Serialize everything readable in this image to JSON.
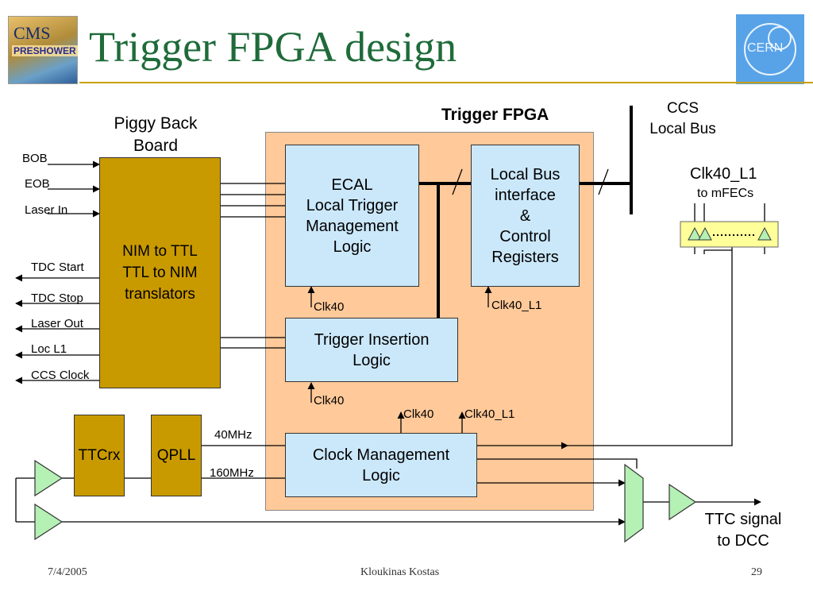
{
  "slide": {
    "title": "Trigger FPGA design",
    "cms_logo_text": "CMS",
    "cms_logo_sub": "PRESHOWER",
    "cern_logo_text": "CERN"
  },
  "diagram": {
    "fpga_label": "Trigger FPGA",
    "piggy_back_label": "Piggy Back\nBoard",
    "ccs_bus_label": "CCS\nLocal Bus",
    "clk40_l1_label": "Clk40_L1",
    "to_mfecs_label": "to mFECs",
    "ttc_signal_label": "TTC signal\nto DCC",
    "blocks": {
      "nim": "NIM to TTL\nTTL to NIM\ntranslators",
      "ecal": "ECAL\nLocal Trigger\nManagement \nLogic",
      "localbus": "Local Bus\ninterface\n&\nControl\nRegisters",
      "trigger_insertion": "Trigger Insertion\nLogic",
      "clock_mgmt": "Clock Management\nLogic",
      "ttcrx": "TTCrx",
      "qpll": "QPLL"
    },
    "inputs": [
      "BOB",
      "EOB",
      "Laser In"
    ],
    "outputs": [
      "TDC Start",
      "TDC Stop",
      "Laser Out",
      "Loc L1",
      "CCS Clock"
    ],
    "clock_labels": {
      "ecal_clk": "Clk40",
      "localbus_clk": "Clk40_L1",
      "insertion_clk": "Clk40",
      "cm_out_clk40": "Clk40",
      "cm_out_clk40_l1": "Clk40_L1"
    },
    "freq_labels": {
      "f40": "40MHz",
      "f160": "160MHz"
    }
  },
  "footer": {
    "date": "7/4/2005",
    "author": "Kloukinas Kostas",
    "page": "29"
  }
}
